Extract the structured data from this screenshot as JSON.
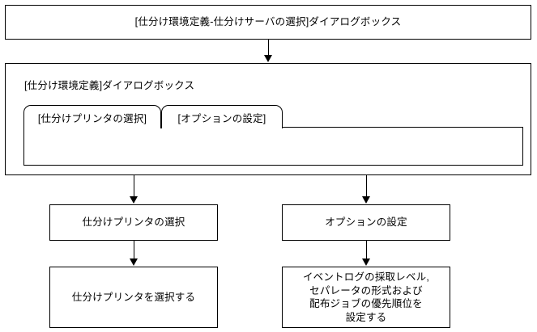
{
  "diagram": {
    "type": "flowchart",
    "title_box": {
      "label": "[仕分け環境定義-仕分けサーバの選択]ダイアログボックス"
    },
    "dialog_box": {
      "title": "[仕分け環境定義]ダイアログボックス",
      "tabs": [
        {
          "label": "[仕分けプリンタの選択]",
          "active": true
        },
        {
          "label": "[オプションの設定]",
          "active": false
        }
      ],
      "panel_content": ""
    },
    "columns": [
      {
        "step": "仕分けプリンタの選択",
        "detail": "仕分けプリンタを選択する"
      },
      {
        "step": "オプションの設定",
        "detail": "イベントログの採取レベル,\nセパレータの形式および\n配布ジョブの優先順位を\n設定する"
      }
    ]
  },
  "colors": {
    "line": "#000000",
    "background": "#ffffff",
    "text": "#000000"
  }
}
